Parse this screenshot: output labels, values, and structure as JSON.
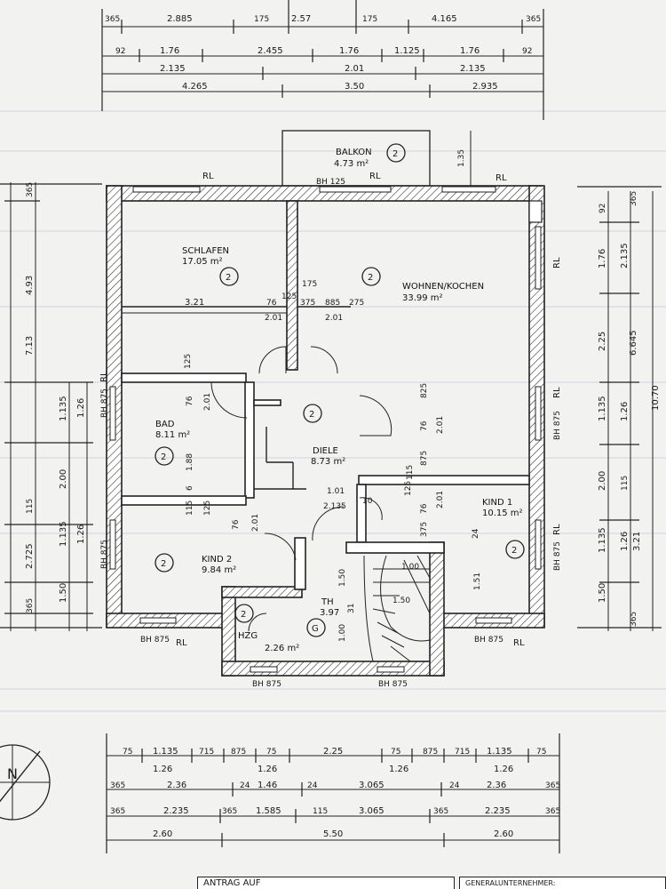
{
  "rooms": {
    "balkon": {
      "name": "BALKON",
      "area": "4.73 m²",
      "mark": "2"
    },
    "schlafen": {
      "name": "SCHLAFEN",
      "area": "17.05 m²",
      "mark": "2"
    },
    "wohnen": {
      "name": "WOHNEN/KOCHEN",
      "area": "33.99 m²",
      "mark": "2"
    },
    "bad": {
      "name": "BAD",
      "area": "8.11 m²",
      "mark": "2"
    },
    "diele": {
      "name": "DIELE",
      "area": "8.73 m²",
      "mark": "2"
    },
    "kind1": {
      "name": "KIND 1",
      "area": "10.15 m²",
      "mark": "2"
    },
    "kind2": {
      "name": "KIND 2",
      "area": "9.84 m²",
      "mark": "2"
    },
    "th": {
      "name": "TH",
      "area": "3.97",
      "mark": "G"
    },
    "hzg": {
      "name": "HZG",
      "area": "2.26 m²",
      "mark": "2"
    }
  },
  "top_dims": {
    "row1": [
      "365",
      "2.885",
      "175",
      "2.57",
      "175",
      "4.165",
      "365"
    ],
    "row2": [
      "92",
      "1.76",
      "2.455",
      "1.76",
      "1.125",
      "1.76",
      "92"
    ],
    "row3": [
      "2.135",
      "2.01",
      "2.135"
    ],
    "row4": [
      "4.265",
      "3.50",
      "2.935"
    ]
  },
  "bottom_dims": {
    "row1": [
      "75",
      "1.135",
      "715",
      "875",
      "75",
      "2.25",
      "75",
      "875",
      "715",
      "1.135",
      "75"
    ],
    "row2": [
      "1.26",
      "1.26",
      "1.26",
      "1.26"
    ],
    "row3": [
      "365",
      "2.36",
      "24",
      "1.46",
      "24",
      "3.065",
      "24",
      "2.36",
      "365"
    ],
    "row4": [
      "365",
      "2.235",
      "365",
      "1.585",
      "115",
      "3.065",
      "365",
      "2.235",
      "365"
    ],
    "row5": [
      "2.60",
      "5.50",
      "2.60"
    ]
  },
  "left_dims": {
    "outer": [
      "365",
      "4.93",
      "7.13",
      "115",
      "2.725",
      "365"
    ],
    "inner": [
      "1.135",
      "1.26",
      "2.00",
      "1.135",
      "1.26",
      "1.50"
    ]
  },
  "right_dims": {
    "inner": [
      "92",
      "2.135",
      "1.76",
      "2.25",
      "1.135",
      "1.26",
      "2.00",
      "115",
      "1.135",
      "1.26",
      "3.21",
      "1.50",
      "365"
    ],
    "outer": [
      "365",
      "6.645",
      "10.70"
    ]
  },
  "labels": {
    "rl": "RL",
    "bh875": "BH 875",
    "bh125": "BH 125",
    "balkon_dim": "1.35",
    "schlafen_w": "3.21",
    "d76": "76",
    "d201": "2.01",
    "d125": "125",
    "d375": "375",
    "d885": "885",
    "d275": "275",
    "d175": "175",
    "d825": "825",
    "d188": "1.88",
    "d6": "6",
    "d115": "115",
    "d101": "1.01",
    "d2135": "2.135",
    "d10": "10",
    "d24": "24",
    "d151": "1.51",
    "d100": "1.00",
    "d150": "1.50",
    "d31": "31",
    "d875": "875",
    "d375b": "375"
  },
  "compass": {
    "letter": "N"
  },
  "title_block": {
    "left": "ANTRAG AUF",
    "right": "GENERALUNTERNEHMER:"
  }
}
